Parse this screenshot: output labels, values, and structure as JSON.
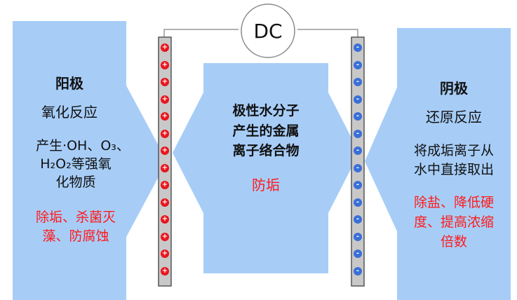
{
  "power": {
    "label": "DC"
  },
  "anode": {
    "title": "阳极",
    "reaction": "氧化反应",
    "products_line1": "产生·OH、O₃、",
    "products_line2": "H₂O₂等强氧",
    "products_line3": "化物质",
    "effects_line1": "除垢、杀菌灭",
    "effects_line2": "藻、防腐蚀",
    "electrode_sign": "+"
  },
  "middle": {
    "line1": "极性水分子",
    "line2": "产生的金属",
    "line3": "离子络合物",
    "effect": "防垢"
  },
  "cathode": {
    "title": "阴极",
    "reaction": "还原反应",
    "desc_line1": "将成垢离子从",
    "desc_line2": "水中直接取出",
    "effects_line1": "除盐、降低硬",
    "effects_line2": "度、提高浓缩",
    "effects_line3": "倍数",
    "electrode_sign": "-"
  },
  "colors": {
    "panel": "#a7cdf7",
    "arrow": "#a7cdf7",
    "anode_sign": "#e8161d",
    "cathode_sign": "#3a6fd8",
    "electrode": "#c8c8c8"
  }
}
